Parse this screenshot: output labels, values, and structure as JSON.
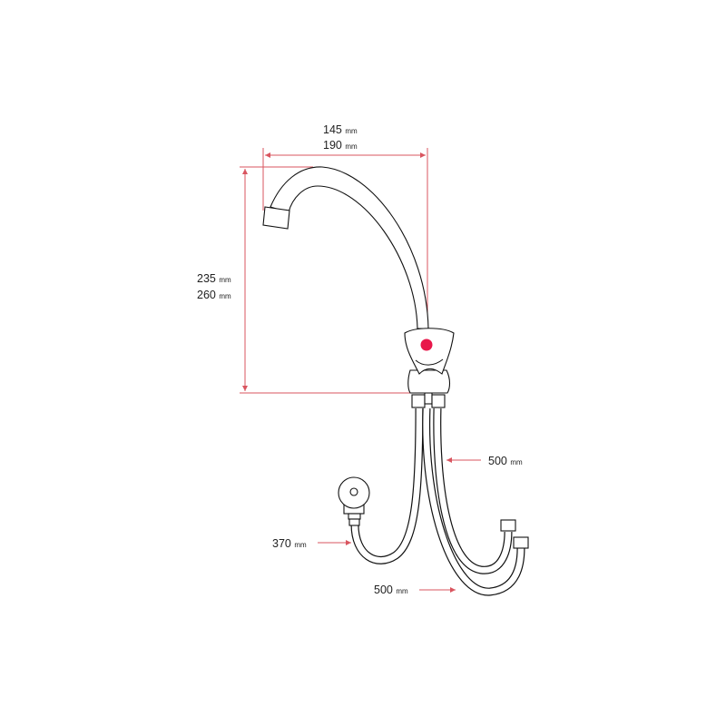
{
  "diagram": {
    "subject": "faucet",
    "accent_color": "#d9555f",
    "marker_color": "#e8174a",
    "dimensions": {
      "spout_reach": [
        {
          "value": "145",
          "unit": "mm"
        },
        {
          "value": "190",
          "unit": "mm"
        }
      ],
      "height": [
        {
          "value": "235",
          "unit": "mm"
        },
        {
          "value": "260",
          "unit": "mm"
        }
      ],
      "hose_upper": {
        "value": "500",
        "unit": "mm"
      },
      "hose_left": {
        "value": "370",
        "unit": "mm"
      },
      "hose_lower": {
        "value": "500",
        "unit": "mm"
      }
    }
  }
}
